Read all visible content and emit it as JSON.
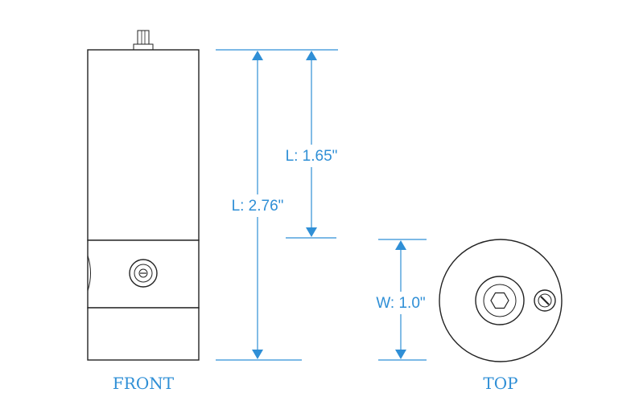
{
  "views": {
    "front_label": "FRONT",
    "top_label": "TOP"
  },
  "dimensions": {
    "overall_length": "L: 2.76\"",
    "upper_length": "L: 1.65\"",
    "width": "W: 1.0\""
  },
  "colors": {
    "dimension_accent": "#2f8fd6",
    "outline": "#222222"
  }
}
